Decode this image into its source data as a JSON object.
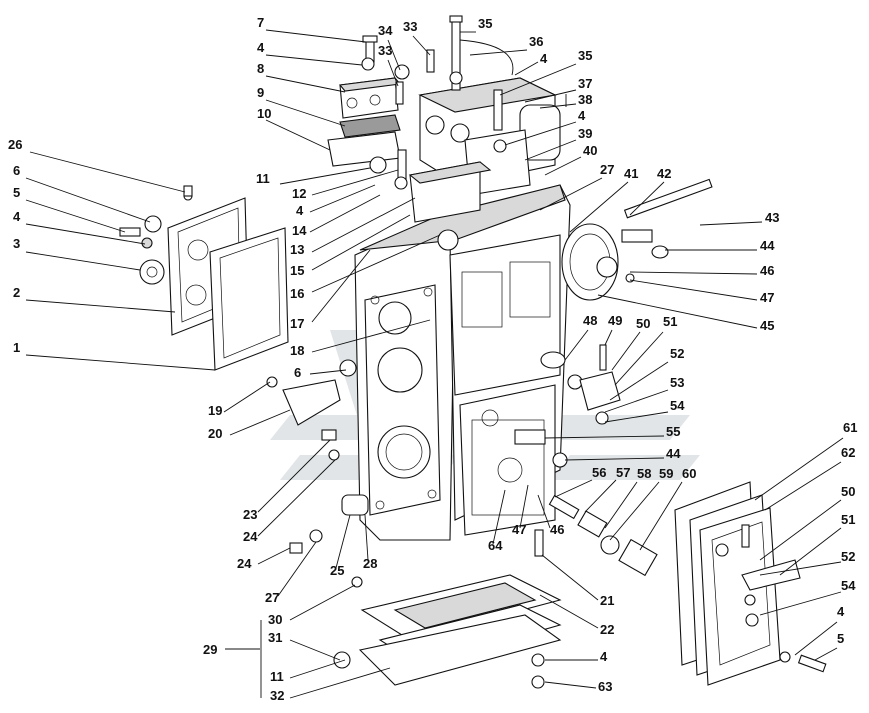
{
  "diagram": {
    "callouts": [
      {
        "id": "c7",
        "text": "7"
      },
      {
        "id": "c34",
        "text": "34"
      },
      {
        "id": "c33a",
        "text": "33"
      },
      {
        "id": "c35a",
        "text": "35"
      },
      {
        "id": "c36",
        "text": "36"
      },
      {
        "id": "c4a",
        "text": "4"
      },
      {
        "id": "c33b",
        "text": "33"
      },
      {
        "id": "c8",
        "text": "8"
      },
      {
        "id": "c4b",
        "text": "4"
      },
      {
        "id": "c35b",
        "text": "35"
      },
      {
        "id": "c37",
        "text": "37"
      },
      {
        "id": "c38",
        "text": "38"
      },
      {
        "id": "c9",
        "text": "9"
      },
      {
        "id": "c10",
        "text": "10"
      },
      {
        "id": "c4c",
        "text": "4"
      },
      {
        "id": "c39",
        "text": "39"
      },
      {
        "id": "c40",
        "text": "40"
      },
      {
        "id": "c26",
        "text": "26"
      },
      {
        "id": "c6a",
        "text": "6"
      },
      {
        "id": "c11a",
        "text": "11"
      },
      {
        "id": "c12",
        "text": "12"
      },
      {
        "id": "c27a",
        "text": "27"
      },
      {
        "id": "c41",
        "text": "41"
      },
      {
        "id": "c42",
        "text": "42"
      },
      {
        "id": "c5a",
        "text": "5"
      },
      {
        "id": "c4d",
        "text": "4"
      },
      {
        "id": "c14",
        "text": "14"
      },
      {
        "id": "c43",
        "text": "43"
      },
      {
        "id": "c4e",
        "text": "4"
      },
      {
        "id": "c3",
        "text": "3"
      },
      {
        "id": "c13",
        "text": "13"
      },
      {
        "id": "c44a",
        "text": "44"
      },
      {
        "id": "c15",
        "text": "15"
      },
      {
        "id": "c46a",
        "text": "46"
      },
      {
        "id": "c16",
        "text": "16"
      },
      {
        "id": "c47a",
        "text": "47"
      },
      {
        "id": "c2",
        "text": "2"
      },
      {
        "id": "c17",
        "text": "17"
      },
      {
        "id": "c45",
        "text": "45"
      },
      {
        "id": "c48",
        "text": "48"
      },
      {
        "id": "c49",
        "text": "49"
      },
      {
        "id": "c50a",
        "text": "50"
      },
      {
        "id": "c51a",
        "text": "51"
      },
      {
        "id": "c18",
        "text": "18"
      },
      {
        "id": "c1",
        "text": "1"
      },
      {
        "id": "c52a",
        "text": "52"
      },
      {
        "id": "c6b",
        "text": "6"
      },
      {
        "id": "c53",
        "text": "53"
      },
      {
        "id": "c19",
        "text": "19"
      },
      {
        "id": "c54a",
        "text": "54"
      },
      {
        "id": "c20",
        "text": "20"
      },
      {
        "id": "c55",
        "text": "55"
      },
      {
        "id": "c61",
        "text": "61"
      },
      {
        "id": "c44b",
        "text": "44"
      },
      {
        "id": "c62",
        "text": "62"
      },
      {
        "id": "c56",
        "text": "56"
      },
      {
        "id": "c57",
        "text": "57"
      },
      {
        "id": "c58",
        "text": "58"
      },
      {
        "id": "c59",
        "text": "59"
      },
      {
        "id": "c60",
        "text": "60"
      },
      {
        "id": "c50b",
        "text": "50"
      },
      {
        "id": "c23",
        "text": "23"
      },
      {
        "id": "c47b",
        "text": "47"
      },
      {
        "id": "c46b",
        "text": "46"
      },
      {
        "id": "c64",
        "text": "64"
      },
      {
        "id": "c24a",
        "text": "24"
      },
      {
        "id": "c51b",
        "text": "51"
      },
      {
        "id": "c28",
        "text": "28"
      },
      {
        "id": "c24b",
        "text": "24"
      },
      {
        "id": "c25",
        "text": "25"
      },
      {
        "id": "c52b",
        "text": "52"
      },
      {
        "id": "c21",
        "text": "21"
      },
      {
        "id": "c54b",
        "text": "54"
      },
      {
        "id": "c27b",
        "text": "27"
      },
      {
        "id": "c30",
        "text": "30"
      },
      {
        "id": "c22",
        "text": "22"
      },
      {
        "id": "c4f",
        "text": "4"
      },
      {
        "id": "c29",
        "text": "29"
      },
      {
        "id": "c31",
        "text": "31"
      },
      {
        "id": "c5b",
        "text": "5"
      },
      {
        "id": "c4g",
        "text": "4"
      },
      {
        "id": "c11b",
        "text": "11"
      },
      {
        "id": "c63",
        "text": "63"
      },
      {
        "id": "c32",
        "text": "32"
      }
    ]
  }
}
